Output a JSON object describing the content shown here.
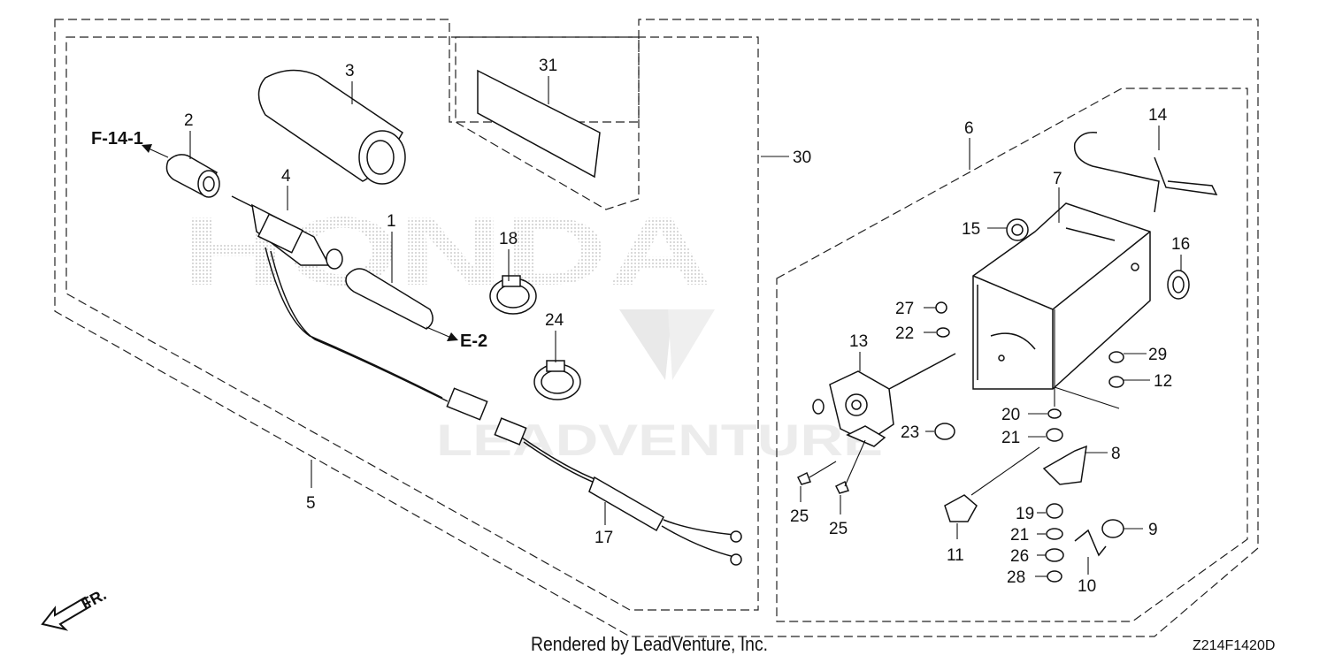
{
  "watermark": {
    "brand": "HONDA",
    "lead": "LEADVENTURE"
  },
  "references": {
    "f14": "F-14-1",
    "e2": "E-2"
  },
  "front_marker": "FR.",
  "parts": {
    "p1": "1",
    "p2": "2",
    "p3": "3",
    "p4": "4",
    "p5": "5",
    "p6": "6",
    "p7": "7",
    "p8": "8",
    "p9": "9",
    "p10": "10",
    "p11": "11",
    "p12": "12",
    "p13": "13",
    "p14": "14",
    "p15": "15",
    "p16": "16",
    "p17": "17",
    "p18": "18",
    "p19": "19",
    "p20": "20",
    "p21a": "21",
    "p21b": "21",
    "p22": "22",
    "p23": "23",
    "p24": "24",
    "p25a": "25",
    "p25b": "25",
    "p26": "26",
    "p27": "27",
    "p28": "28",
    "p29": "29",
    "p30": "30",
    "p31": "31"
  },
  "footer": {
    "credit": "Rendered by LeadVenture, Inc.",
    "code": "Z214F1420D"
  }
}
